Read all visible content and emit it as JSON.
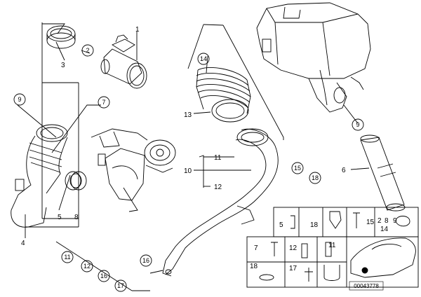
{
  "diagram": {
    "reference_code": "00043778",
    "plain_labels": [
      "1",
      "3",
      "13",
      "11",
      "10",
      "12",
      "6",
      "4",
      "5",
      "8"
    ],
    "circled_labels": [
      "2",
      "9",
      "7",
      "14",
      "9",
      "15",
      "18",
      "11",
      "12",
      "16",
      "17",
      "16"
    ],
    "parts_table": {
      "row1": [
        "5",
        "18",
        "15",
        "2",
        "8",
        "9",
        "14"
      ],
      "row2": [
        "7",
        "12",
        "11"
      ],
      "row3": [
        "18",
        "17"
      ]
    }
  }
}
